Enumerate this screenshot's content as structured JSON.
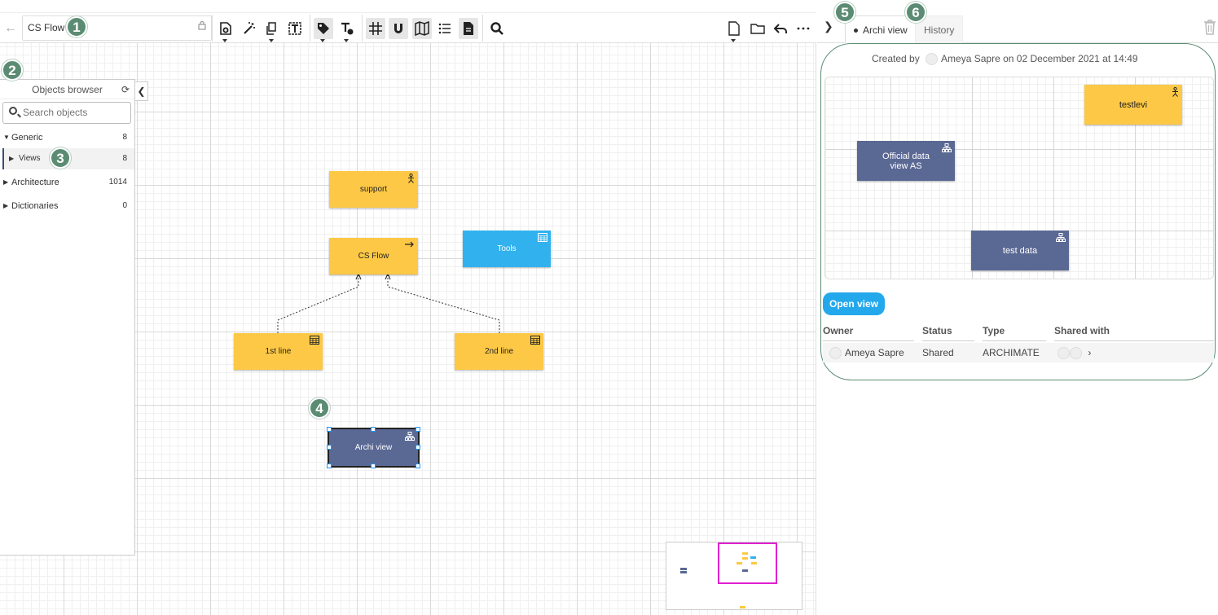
{
  "toolbar": {
    "diagram_title": "CS Flow"
  },
  "badges": [
    "1",
    "2",
    "3",
    "4",
    "5",
    "6"
  ],
  "browser": {
    "title": "Objects browser",
    "search_placeholder": "Search objects",
    "items": [
      {
        "label": "Generic",
        "count": "8"
      },
      {
        "label": "Views",
        "count": "8"
      },
      {
        "label": "Architecture",
        "count": "1014"
      },
      {
        "label": "Dictionaries",
        "count": "0"
      }
    ]
  },
  "diagram": {
    "nodes": {
      "support": "support",
      "cs_flow": "CS Flow",
      "tools": "Tools",
      "first_line": "1st line",
      "second_line": "2nd line",
      "archi_view": "Archi view"
    }
  },
  "panel": {
    "tabs": [
      "Archi view",
      "History"
    ],
    "created_prefix": "Created by",
    "created_text": "Ameya Sapre on 02 December 2021 at 14:49",
    "preview_nodes": {
      "testlevi": "testlevi",
      "official": "Official data view AS",
      "test_data": "test data"
    },
    "open_view": "Open view",
    "columns": [
      "Owner",
      "Status",
      "Type",
      "Shared with"
    ],
    "row": {
      "owner": "Ameya Sapre",
      "status": "Shared",
      "type": "ARCHIMATE"
    }
  },
  "colors": {
    "yellow": "#fdc845",
    "blue": "#31b1ee",
    "navy": "#5a6894",
    "accent": "#24a8ec",
    "badge": "#5b8c73",
    "minimap_view": "#e020d0"
  }
}
